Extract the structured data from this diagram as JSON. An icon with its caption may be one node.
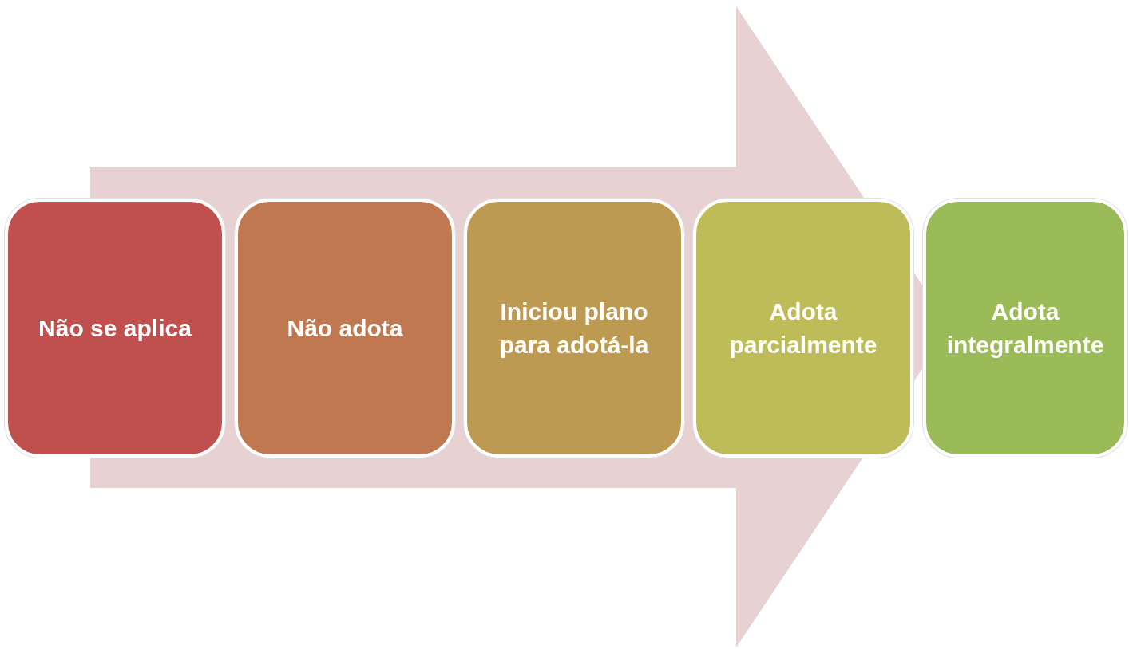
{
  "diagram": {
    "nodes": [
      {
        "text": [
          "Não se aplica"
        ]
      },
      {
        "text": [
          "Não adota"
        ]
      },
      {
        "text": [
          "Iniciou plano para adotá-la"
        ]
      },
      {
        "text": [
          "Adota parcialmente"
        ]
      },
      {
        "text": [
          "Adota integralmente"
        ]
      }
    ],
    "edges": [
      {
        "from": 0,
        "to": 4,
        "arrow": "to"
      }
    ]
  }
}
